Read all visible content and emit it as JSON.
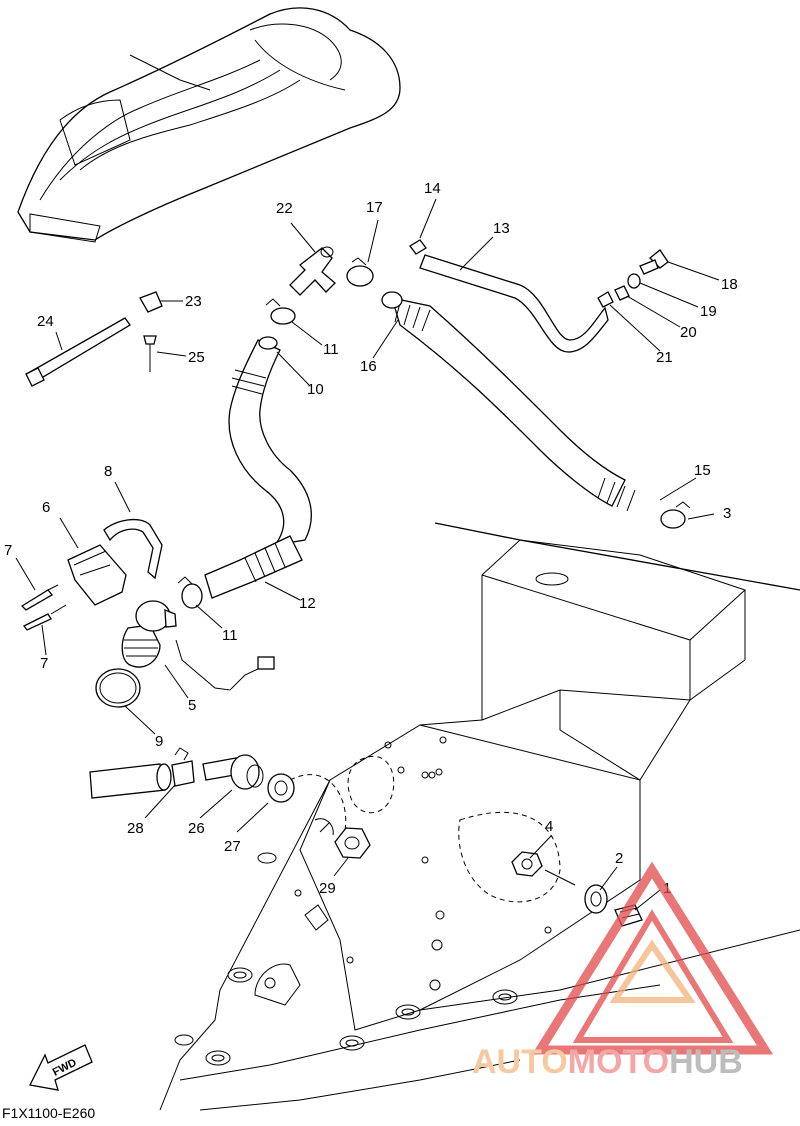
{
  "diagram_code": "F1X1100-E260",
  "fwd_label": "FWD",
  "watermark": {
    "part1": "AUTO",
    "part2": "MOTO",
    "part3": "HUB"
  },
  "callouts": {
    "c1": "1",
    "c2": "2",
    "c3": "3",
    "c4": "4",
    "c5": "5",
    "c6": "6",
    "c7a": "7",
    "c7b": "7",
    "c8": "8",
    "c9": "9",
    "c10": "10",
    "c11a": "11",
    "c11b": "11",
    "c12": "12",
    "c13": "13",
    "c14": "14",
    "c15": "15",
    "c16": "16",
    "c17": "17",
    "c18": "18",
    "c19": "19",
    "c20": "20",
    "c21": "21",
    "c22": "22",
    "c23": "23",
    "c24": "24",
    "c25": "25",
    "c26": "26",
    "c27": "27",
    "c28": "28",
    "c29": "29"
  },
  "colors": {
    "line": "#000000",
    "watermark_red": "#e34a4a",
    "watermark_orange": "#f2b27a"
  }
}
